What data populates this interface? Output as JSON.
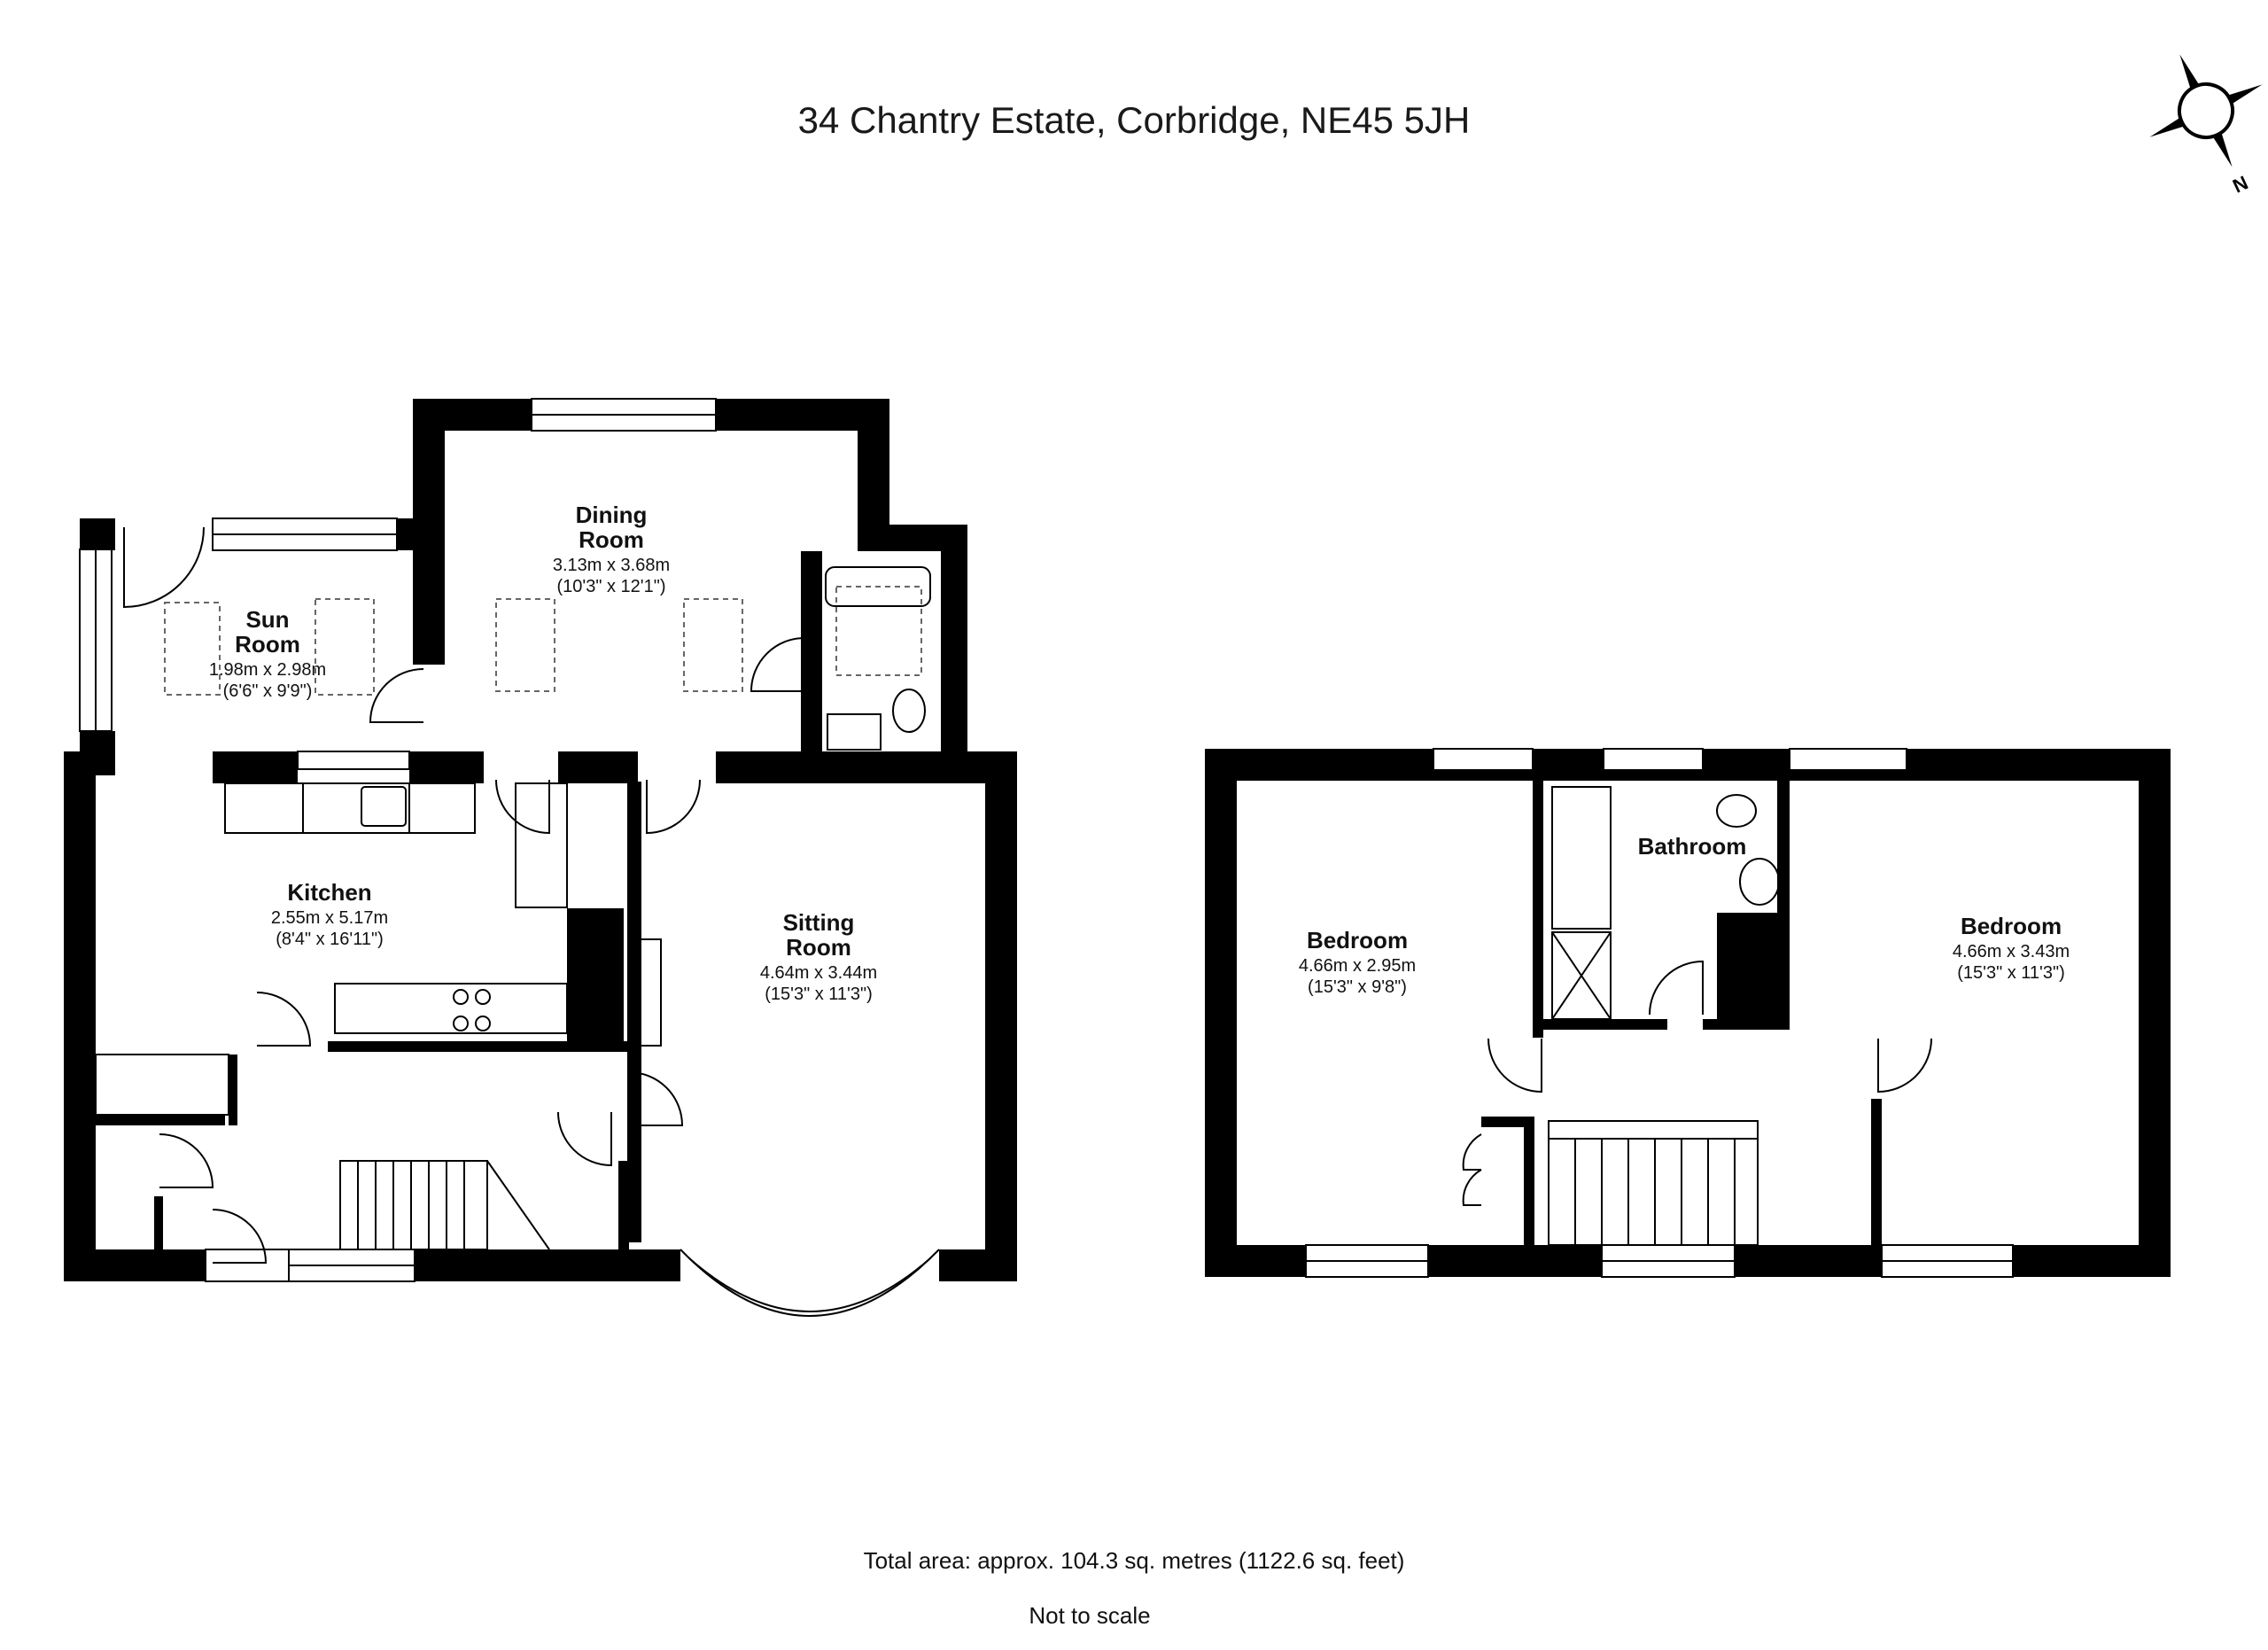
{
  "title": "34 Chantry Estate, Corbridge, NE45 5JH",
  "compass": {
    "label": "N",
    "icon": "compass-icon"
  },
  "rooms": {
    "sun_room": {
      "name_line1": "Sun",
      "name_line2": "Room",
      "metric": "1.98m x 2.98m",
      "imperial": "(6'6\" x 9'9\")"
    },
    "dining_room": {
      "name_line1": "Dining",
      "name_line2": "Room",
      "metric": "3.13m x 3.68m",
      "imperial": "(10'3\" x 12'1\")"
    },
    "kitchen": {
      "name": "Kitchen",
      "metric": "2.55m x 5.17m",
      "imperial": "(8'4\" x 16'11\")"
    },
    "sitting_room": {
      "name_line1": "Sitting",
      "name_line2": "Room",
      "metric": "4.64m x 3.44m",
      "imperial": "(15'3\" x 11'3\")"
    },
    "bedroom_left": {
      "name": "Bedroom",
      "metric": "4.66m x 2.95m",
      "imperial": "(15'3\" x 9'8\")"
    },
    "bathroom": {
      "name": "Bathroom"
    },
    "bedroom_right": {
      "name": "Bedroom",
      "metric": "4.66m x 3.43m",
      "imperial": "(15'3\" x 11'3\")"
    }
  },
  "footer": {
    "total_area": "Total area: approx. 104.3 sq. metres (1122.6 sq. feet)",
    "scale_note": "Not to scale"
  }
}
